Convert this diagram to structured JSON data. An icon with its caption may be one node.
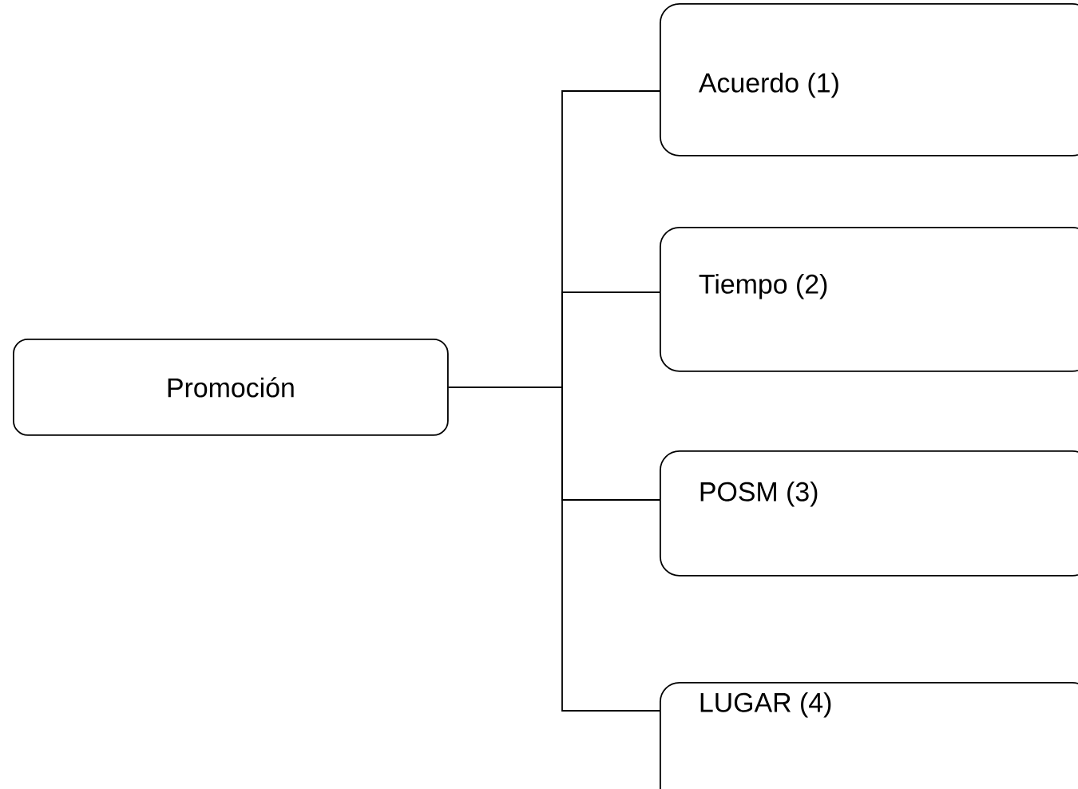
{
  "diagram": {
    "nodes": [
      {
        "text": [
          "Promoción"
        ]
      },
      {
        "text": [
          "Acuerdo (1)"
        ]
      },
      {
        "text": [
          "Tiempo (2)"
        ]
      },
      {
        "text": [
          "POSM (3)"
        ]
      },
      {
        "text": [
          "LUGAR (4)"
        ]
      }
    ],
    "edges": [
      {
        "from": 0,
        "to": 1,
        "arrow": "none"
      },
      {
        "from": 0,
        "to": 2,
        "arrow": "none"
      },
      {
        "from": 0,
        "to": 3,
        "arrow": "none"
      },
      {
        "from": 0,
        "to": 4,
        "arrow": "none"
      }
    ]
  }
}
